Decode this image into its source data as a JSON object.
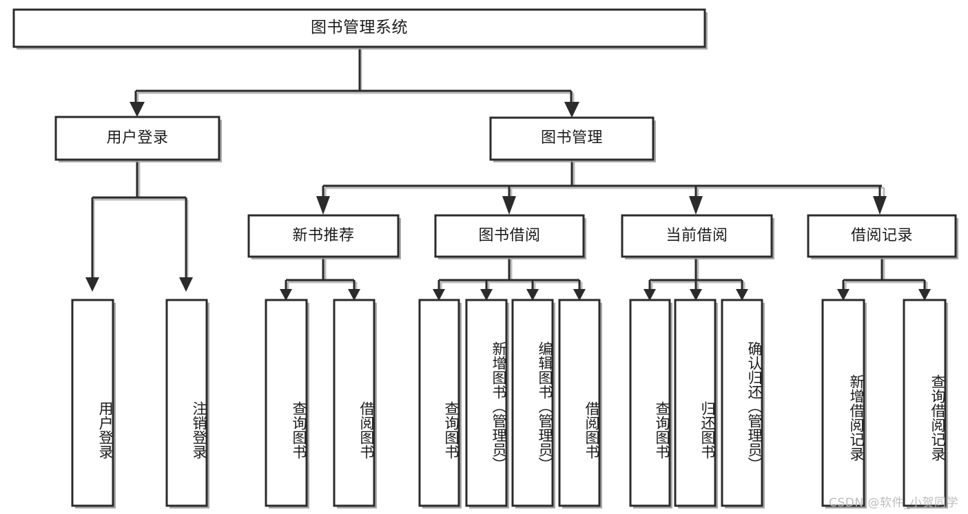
{
  "diagram": {
    "title": "图书管理系统",
    "type": "tree-hierarchy",
    "watermark": "CSDN @软件_小贺同学",
    "colors": {
      "box_stroke": "#2b2b2b",
      "box_fill": "#ffffff",
      "text": "#1b1b1b",
      "shadow": "#9a9a9a",
      "watermark": "#b9b9b9"
    },
    "root": {
      "label": "图书管理系统"
    },
    "level2": [
      {
        "label": "用户登录"
      },
      {
        "label": "图书管理"
      }
    ],
    "level3": [
      {
        "label": "新书推荐"
      },
      {
        "label": "图书借阅"
      },
      {
        "label": "当前借阅"
      },
      {
        "label": "借阅记录"
      }
    ],
    "leaves": {
      "user_login": [
        {
          "label": "用户登录"
        },
        {
          "label": "注销登录"
        }
      ],
      "new_book": [
        {
          "label": "查询图书"
        },
        {
          "label": "借阅图书"
        }
      ],
      "book_borrow": [
        {
          "label": "查询图书"
        },
        {
          "label": "新增图书（管理员）"
        },
        {
          "label": "编辑图书（管理员）"
        },
        {
          "label": "借阅图书"
        }
      ],
      "current_borrow": [
        {
          "label": "查询图书"
        },
        {
          "label": "归还图书"
        },
        {
          "label": "确认归还（管理员）"
        }
      ],
      "borrow_record": [
        {
          "label": "新增借阅记录"
        },
        {
          "label": "查询借阅记录"
        }
      ]
    }
  }
}
